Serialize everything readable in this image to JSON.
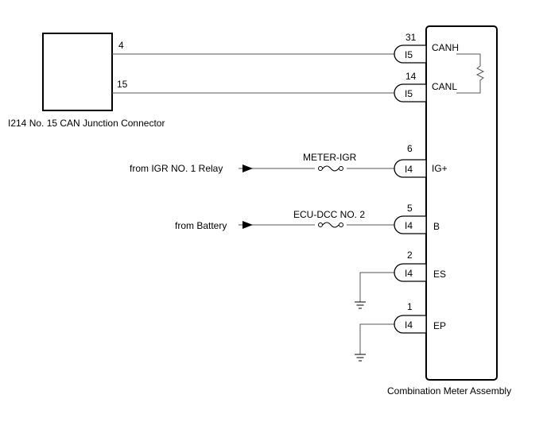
{
  "junction_connector": {
    "label": "I214  No. 15 CAN Junction Connector",
    "pin_canh": "4",
    "pin_canl": "15"
  },
  "meter": {
    "label": "Combination Meter Assembly"
  },
  "connections": [
    {
      "pin": "31",
      "connector": "I5",
      "signal": "CANH"
    },
    {
      "pin": "14",
      "connector": "I5",
      "signal": "CANL"
    },
    {
      "pin": "6",
      "connector": "I4",
      "signal": "IG+",
      "source": "from IGR NO. 1 Relay",
      "fuse": "METER-IGR"
    },
    {
      "pin": "5",
      "connector": "I4",
      "signal": "B",
      "source": "from Battery",
      "fuse": "ECU-DCC NO. 2"
    },
    {
      "pin": "2",
      "connector": "I4",
      "signal": "ES"
    },
    {
      "pin": "1",
      "connector": "I4",
      "signal": "EP"
    }
  ]
}
